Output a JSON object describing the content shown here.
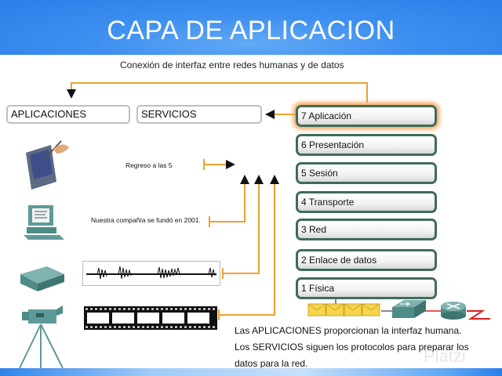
{
  "header": {
    "title": "CAPA DE APLICACION"
  },
  "subtitle": "Conexión de interfaz entre redes humanas y de datos",
  "boxes": {
    "aplicaciones": "APLICACIONES",
    "servicios": "SERVICIOS"
  },
  "osi_layers": [
    {
      "label": "7 Aplicación",
      "highlighted": true
    },
    {
      "label": "6 Presentación",
      "highlighted": false
    },
    {
      "label": "5 Sesión",
      "highlighted": false
    },
    {
      "label": "4 Transporte",
      "highlighted": false
    },
    {
      "label": "3 Red",
      "highlighted": false
    },
    {
      "label": "2 Enlace de datos",
      "highlighted": false
    },
    {
      "label": "1 Física",
      "highlighted": false
    }
  ],
  "examples": {
    "pda_message": "Regreso a las 5",
    "computer_message": "Nuestra compañía se fundó en 2001."
  },
  "devices": [
    "pda-icon",
    "computer-icon",
    "phone-icon",
    "video-camera-icon",
    "switch-icon",
    "router-icon"
  ],
  "description": {
    "line1": "Las APLICACIONES proporcionan la interfaz humana.",
    "line2": "Los SERVICIOS siguen los protocolos para preparar los",
    "line3": "datos para la red."
  },
  "watermark": "Platzi",
  "colors": {
    "header": "#3d8ff0",
    "arrow": "#f0a030",
    "layer_border": "#3f6b5a",
    "highlight": "#f7a04a"
  }
}
